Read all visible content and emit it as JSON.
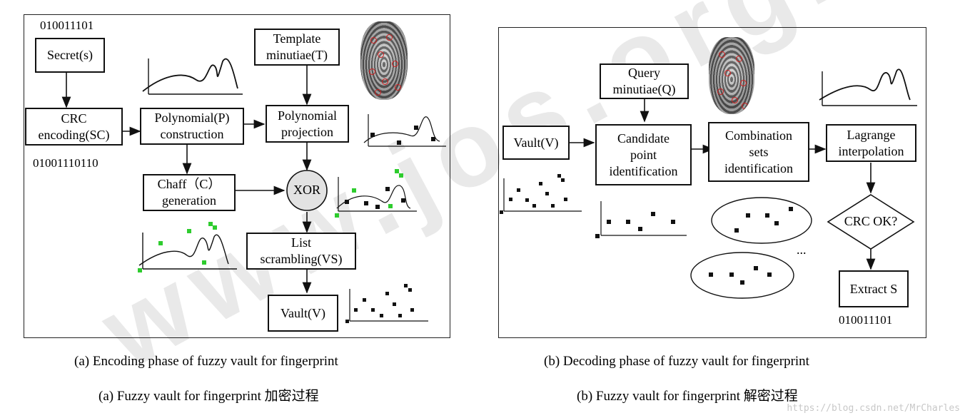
{
  "encoding": {
    "bits_top": "010011101",
    "bits_mid": "01001110110",
    "secret": "Secret(s)",
    "crc": "CRC\nencoding(SC)",
    "poly": "Polynomial(P)\nconstruction",
    "template": "Template\nminutiae(T)",
    "projection": "Polynomial\nprojection",
    "chaff": "Chaff（C）\ngeneration",
    "xor": "XOR",
    "scramble": "List\nscrambling(VS)",
    "vault": "Vault(V)"
  },
  "decoding": {
    "query": "Query\nminutiae(Q)",
    "vault": "Vault(V)",
    "candidate": "Candidate\npoint\nidentification",
    "combination": "Combination\nsets\nidentification",
    "lagrange": "Lagrange\ninterpolation",
    "crc_ok": "CRC OK?",
    "extract": "Extract S",
    "bits": "010011101",
    "ellipsis": "..."
  },
  "captions": {
    "a_en": "(a) Encoding phase of fuzzy vault for fingerprint",
    "a_cn": "(a) Fuzzy vault for fingerprint 加密过程",
    "b_en": "(b) Decoding phase of fuzzy vault for fingerprint",
    "b_cn": "(b) Fuzzy vault for fingerprint 解密过程"
  },
  "watermark": "www.jos.org.cn",
  "footer_url": "https://blog.csdn.net/MrCharles"
}
